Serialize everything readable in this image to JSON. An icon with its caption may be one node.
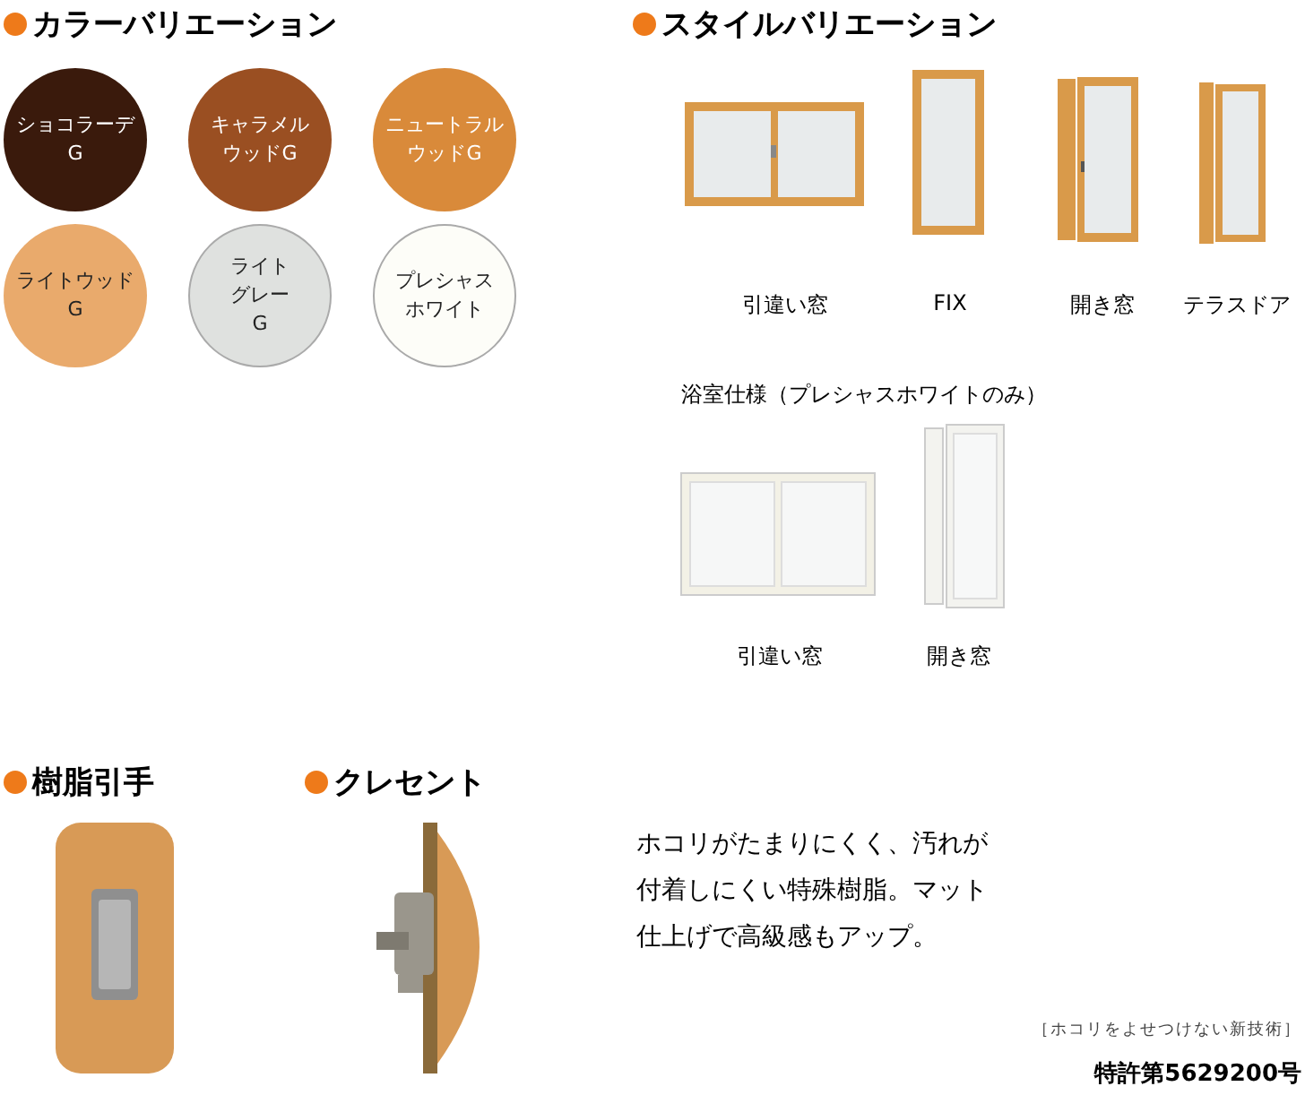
{
  "diagram": {
    "nodes": [
      {
        "text": [
          "ショコラーデG"
        ]
      },
      {
        "text": [
          "キャラメルウッドG"
        ]
      },
      {
        "text": [
          "ニュートラルウッドG"
        ]
      },
      {
        "text": [
          "ライトウッドG"
        ]
      },
      {
        "text": [
          "ライトグレーG"
        ]
      },
      {
        "text": [
          "プレシャスホワイト"
        ]
      }
    ],
    "edges": [],
    "labels": [
      "カラーバリエーション",
      "スタイルバリエーション",
      "引違い窓",
      "FIX",
      "開き窓",
      "テラスドア",
      "浴室仕様（プレシャスホワイトのみ）",
      "引違い窓",
      "開き窓",
      "樹脂引手",
      "クレセント",
      "ホコリがたまりにくく、汚れが付着しにくい特殊樹脂。マット仕上げで高級感もアップ。",
      "［ホコリをよせつけない新技術］",
      "特許第5629200号"
    ]
  }
}
